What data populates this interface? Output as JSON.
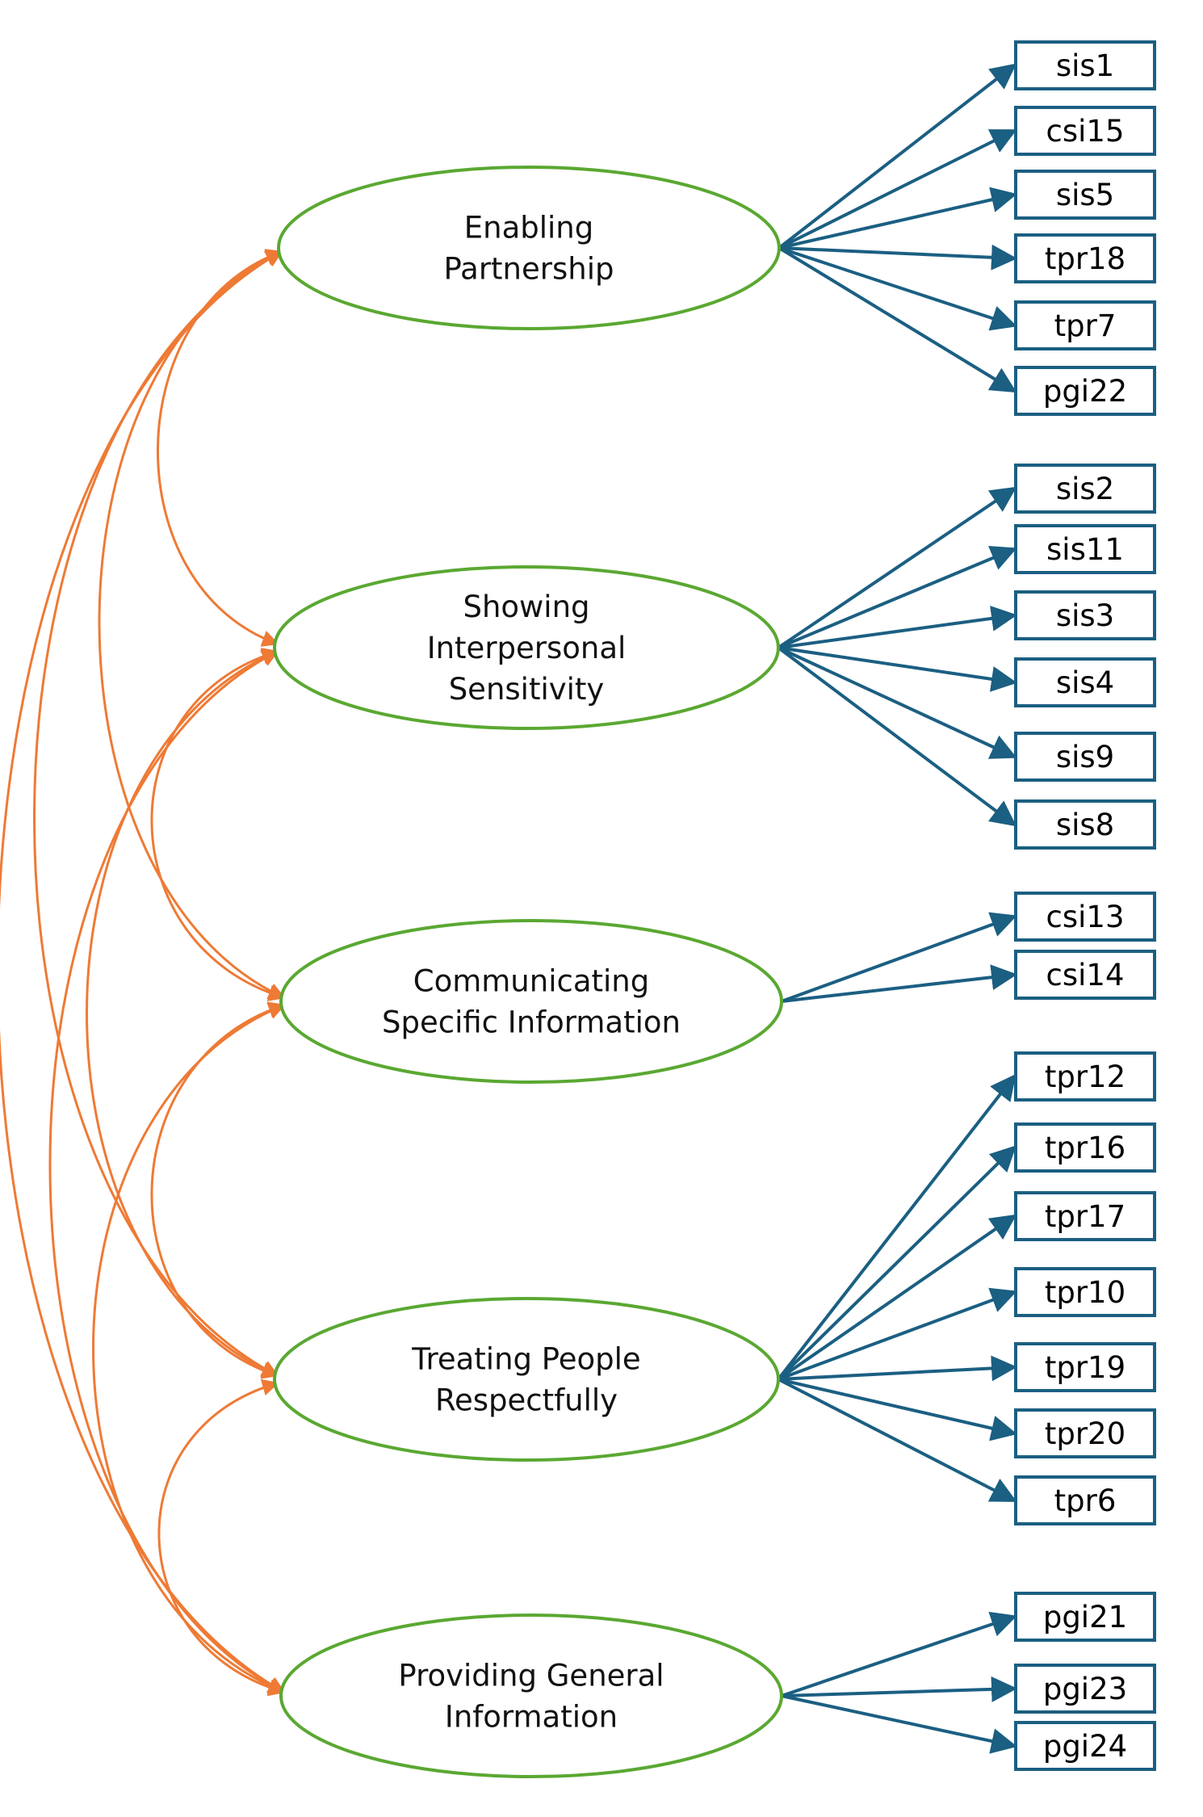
{
  "colors": {
    "factor_outline": "#5aa832",
    "loading_arrow": "#1b5f82",
    "indicator_box": "#1b5f82",
    "covariance_arrow": "#ee7a35",
    "text": "#111111",
    "background": "#ffffff"
  },
  "factors": [
    {
      "id": "ep",
      "lines": [
        "Enabling",
        "Partnership"
      ],
      "indicators": [
        "sis1",
        "csi15",
        "sis5",
        "tpr18",
        "tpr7",
        "pgi22"
      ]
    },
    {
      "id": "sis",
      "lines": [
        "Showing",
        "Interpersonal",
        "Sensitivity"
      ],
      "indicators": [
        "sis2",
        "sis11",
        "sis3",
        "sis4",
        "sis9",
        "sis8"
      ]
    },
    {
      "id": "csi",
      "lines": [
        "Communicating",
        "Specific Information"
      ],
      "indicators": [
        "csi13",
        "csi14"
      ]
    },
    {
      "id": "tpr",
      "lines": [
        "Treating People",
        "Respectfully"
      ],
      "indicators": [
        "tpr12",
        "tpr16",
        "tpr17",
        "tpr10",
        "tpr19",
        "tpr20",
        "tpr6"
      ]
    },
    {
      "id": "pgi",
      "lines": [
        "Providing General",
        "Information"
      ],
      "indicators": [
        "pgi21",
        "pgi23",
        "pgi24"
      ]
    }
  ],
  "covariances": [
    [
      "ep",
      "sis"
    ],
    [
      "ep",
      "csi"
    ],
    [
      "ep",
      "tpr"
    ],
    [
      "ep",
      "pgi"
    ],
    [
      "sis",
      "csi"
    ],
    [
      "sis",
      "tpr"
    ],
    [
      "sis",
      "pgi"
    ],
    [
      "csi",
      "tpr"
    ],
    [
      "csi",
      "pgi"
    ],
    [
      "tpr",
      "pgi"
    ]
  ]
}
